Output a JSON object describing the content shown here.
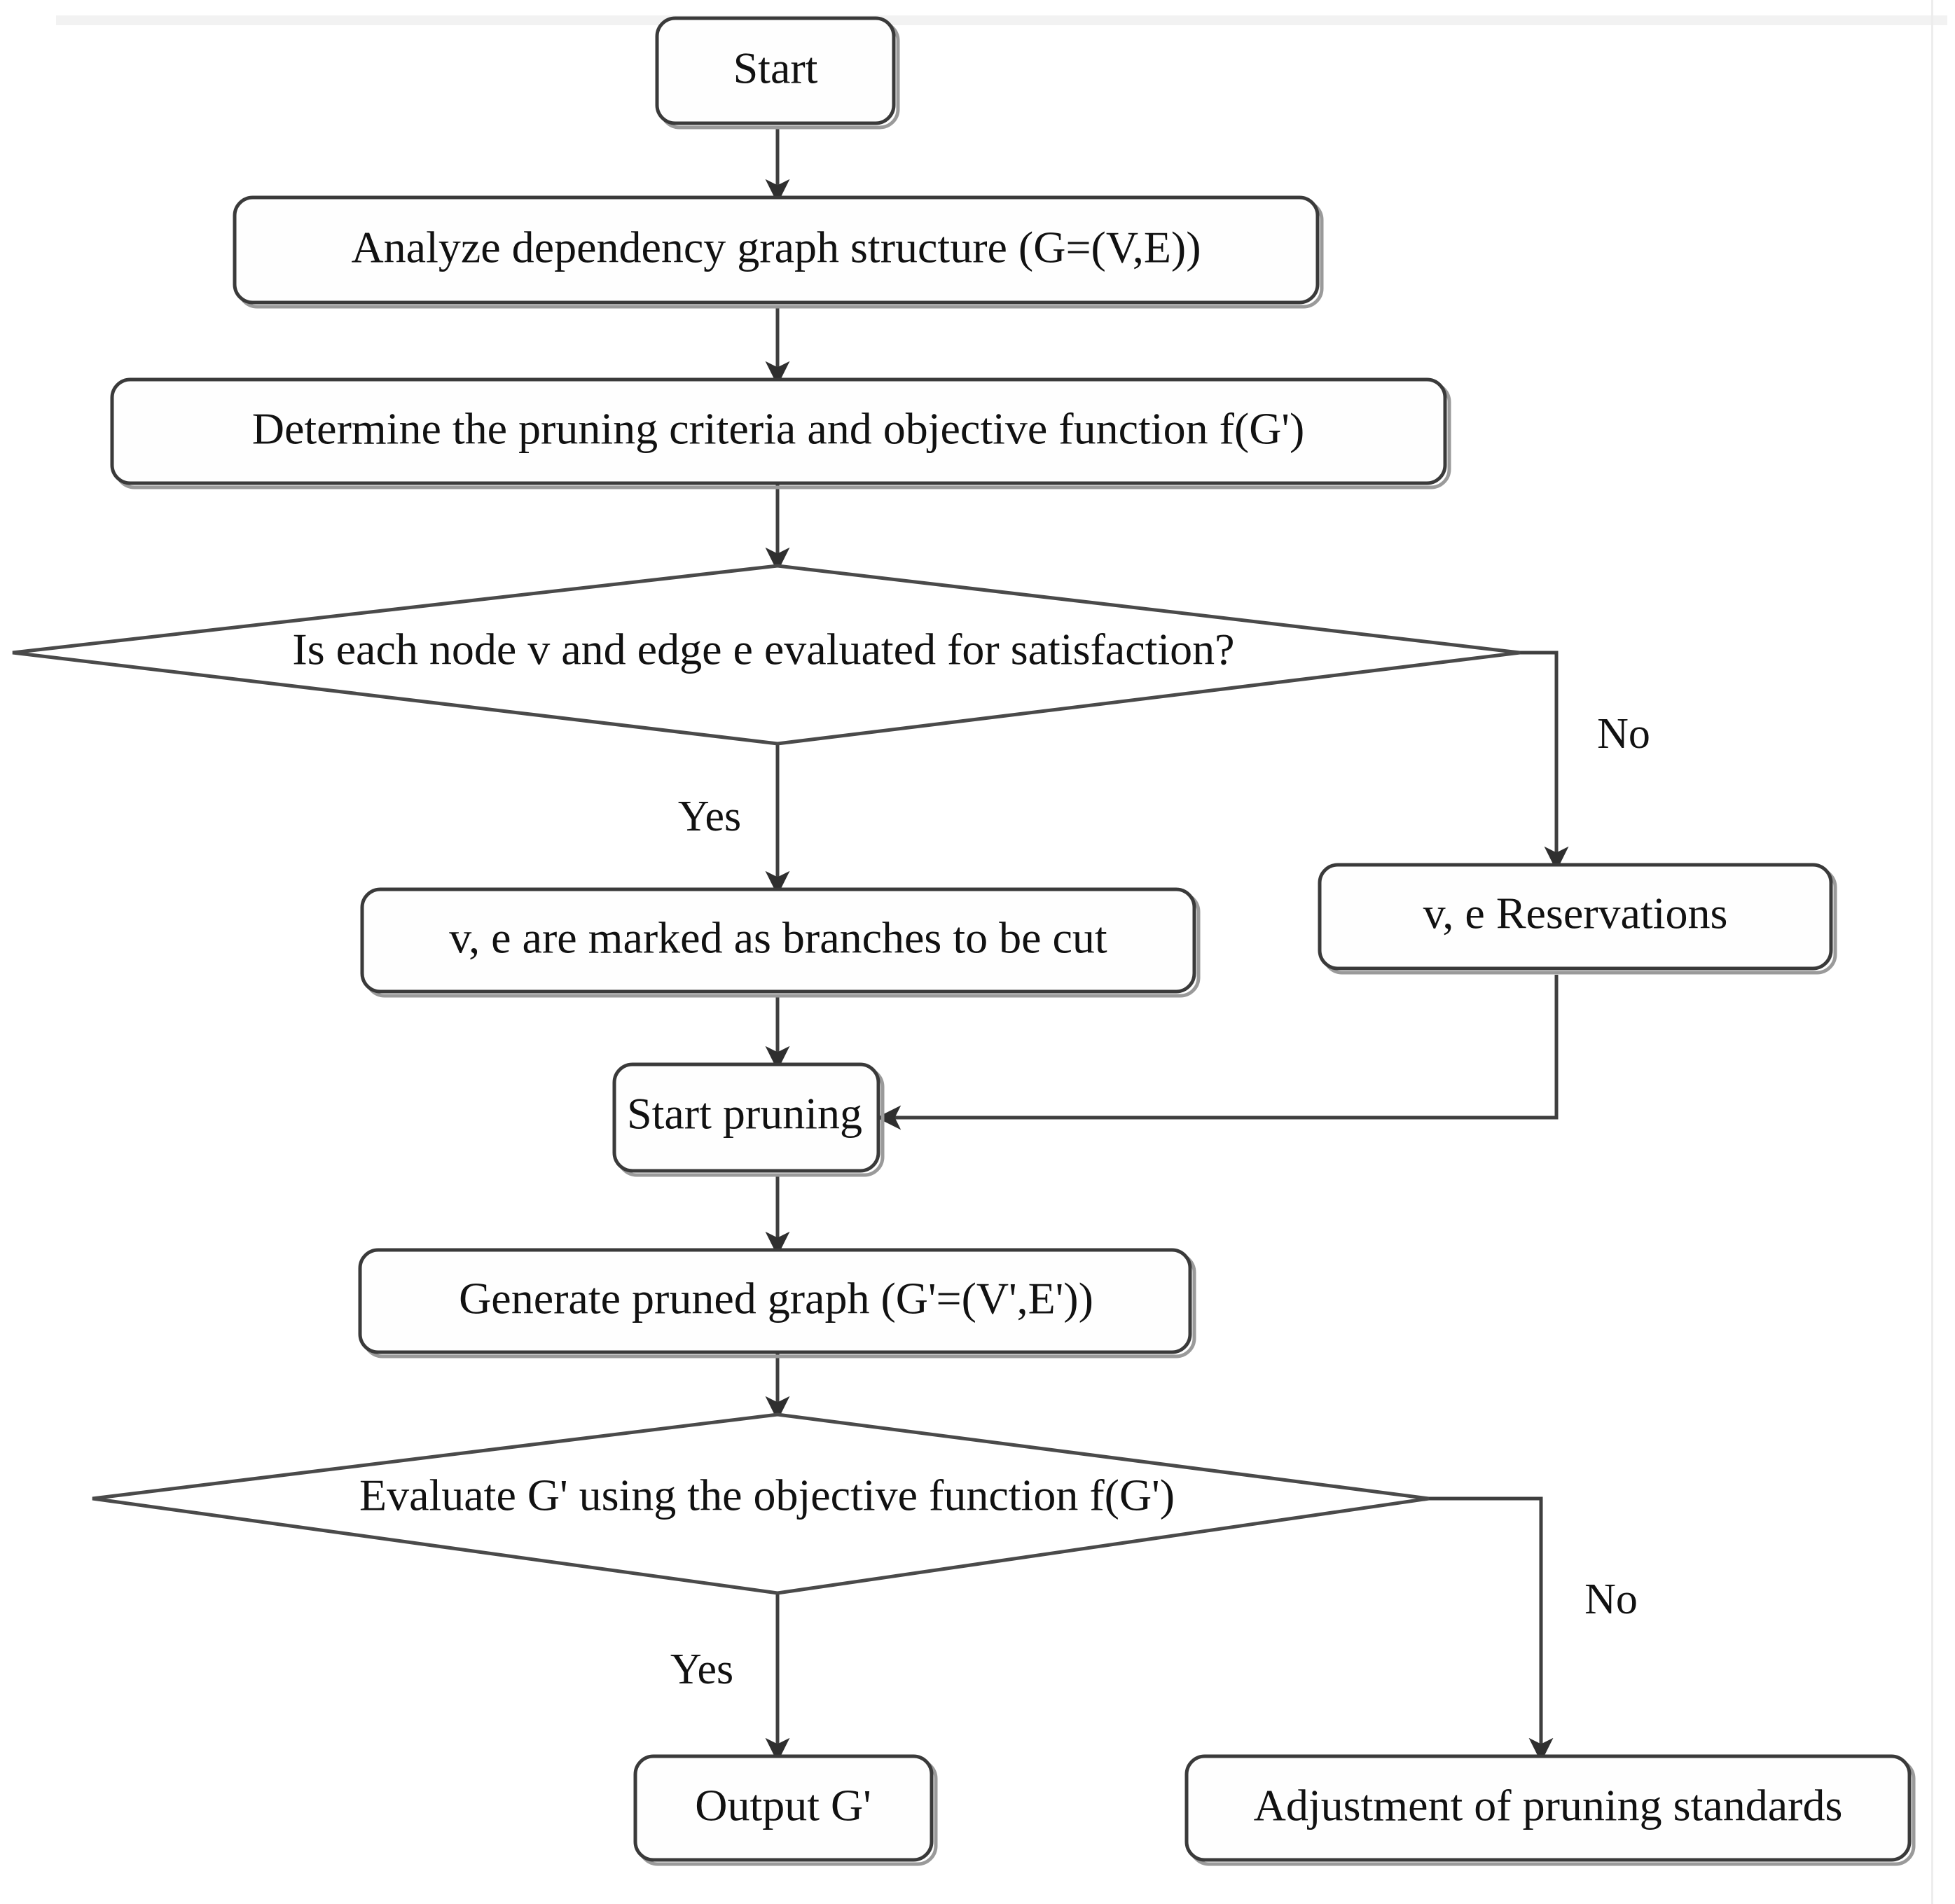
{
  "diagram": {
    "title": "Dependency graph pruning flowchart",
    "type": "flowchart",
    "colors": {
      "stroke": "#3a3a3a",
      "shadow": "#9a9a9a",
      "text": "#111111",
      "background": "#ffffff"
    },
    "nodes": [
      {
        "id": "start",
        "shape": "rounded-rect",
        "label": "Start"
      },
      {
        "id": "analyze",
        "shape": "rounded-rect",
        "label": "Analyze dependency graph structure (G=(V,E))"
      },
      {
        "id": "determine",
        "shape": "rounded-rect",
        "label": "Determine the pruning criteria and objective function f(G')"
      },
      {
        "id": "decision1",
        "shape": "diamond",
        "label": "Is each node v and edge e evaluated for satisfaction?"
      },
      {
        "id": "mark",
        "shape": "rounded-rect",
        "label": "v, e are marked as branches to be cut"
      },
      {
        "id": "reserve",
        "shape": "rounded-rect",
        "label": "v, e Reservations"
      },
      {
        "id": "startpruning",
        "shape": "rounded-rect",
        "label": "Start pruning"
      },
      {
        "id": "generate",
        "shape": "rounded-rect",
        "label": "Generate pruned graph (G'=(V',E'))"
      },
      {
        "id": "decision2",
        "shape": "diamond",
        "label": "Evaluate G' using the objective function f(G')"
      },
      {
        "id": "output",
        "shape": "rounded-rect",
        "label": "Output G'"
      },
      {
        "id": "adjust",
        "shape": "rounded-rect",
        "label": "Adjustment of pruning standards"
      }
    ],
    "edges": [
      {
        "from": "start",
        "to": "analyze",
        "label": ""
      },
      {
        "from": "analyze",
        "to": "determine",
        "label": ""
      },
      {
        "from": "determine",
        "to": "decision1",
        "label": ""
      },
      {
        "from": "decision1",
        "to": "mark",
        "label": "Yes"
      },
      {
        "from": "decision1",
        "to": "reserve",
        "label": "No"
      },
      {
        "from": "mark",
        "to": "startpruning",
        "label": ""
      },
      {
        "from": "reserve",
        "to": "startpruning",
        "label": ""
      },
      {
        "from": "startpruning",
        "to": "generate",
        "label": ""
      },
      {
        "from": "generate",
        "to": "decision2",
        "label": ""
      },
      {
        "from": "decision2",
        "to": "output",
        "label": "Yes"
      },
      {
        "from": "decision2",
        "to": "adjust",
        "label": "No"
      }
    ],
    "edge_labels": {
      "yes_top": "Yes",
      "no_top": "No",
      "yes_bottom": "Yes",
      "no_bottom": "No"
    }
  }
}
